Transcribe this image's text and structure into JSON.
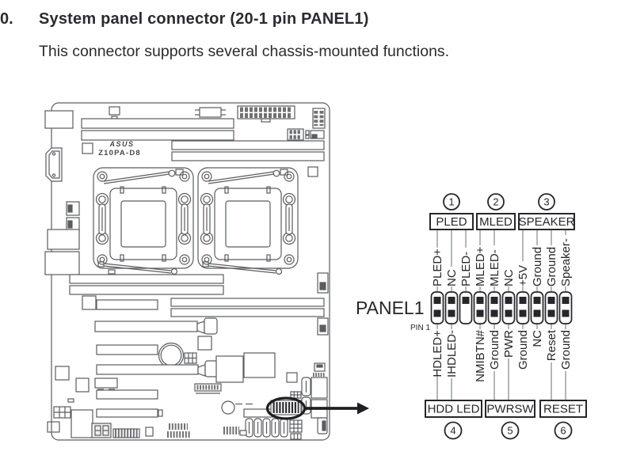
{
  "page": {
    "section_number": "0.",
    "heading": "System panel connector (20-1 pin PANEL1)",
    "description": "This connector supports several chassis-mounted functions."
  },
  "board": {
    "brand": "ASUS",
    "model": "Z10PA-D8"
  },
  "diagram": {
    "connector_label": "PANEL1",
    "pin1_label": "PIN 1",
    "top_groups": [
      {
        "number": "1",
        "label": "PLED"
      },
      {
        "number": "2",
        "label": "MLED"
      },
      {
        "number": "3",
        "label": "SPEAKER"
      }
    ],
    "bottom_groups": [
      {
        "number": "4",
        "label": "HDD LED"
      },
      {
        "number": "5",
        "label": "PWRSW"
      },
      {
        "number": "6",
        "label": "RESET"
      }
    ],
    "top_pins": [
      "PLED+",
      "NC",
      "PLED-",
      "MLED+",
      "MLED-",
      "NC",
      "+5V",
      "Ground",
      "Ground",
      "Speaker-"
    ],
    "bottom_pins": [
      "HDLED+",
      "IHDLED-",
      "NMIBTN#",
      "Ground",
      "PWR",
      "Ground",
      "NC",
      "Reset",
      "Ground"
    ]
  },
  "colors": {
    "ink": "#27272b",
    "board_line": "#5b5c5f",
    "lead_line": "#8e9093"
  }
}
